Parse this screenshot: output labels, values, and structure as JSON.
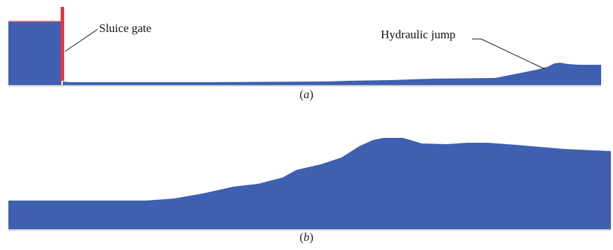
{
  "colors": {
    "water": "#3f5fb0",
    "bed": "#c9c9c9",
    "gate": "#e8353d",
    "outline": "#f07a80",
    "leader": "#111111"
  },
  "panel_a": {
    "caption": "(a)",
    "labels": {
      "gate": "Sluice gate",
      "jump": "Hydraulic jump"
    }
  },
  "panel_b": {
    "caption": "(b)"
  }
}
